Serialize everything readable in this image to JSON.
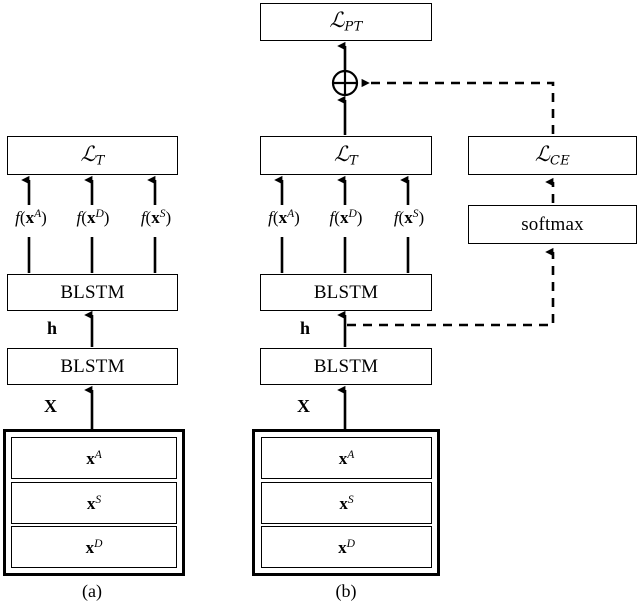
{
  "figure": {
    "caption_a": "(a)",
    "caption_b": "(b)",
    "type": "neural-network-architecture-diagram"
  },
  "panel_a": {
    "label": "(a)",
    "boxes": {
      "loss_t": "ℒT",
      "blstm_top": "BLSTM",
      "blstm_bottom": "BLSTM",
      "input_a": "xA",
      "input_s": "xS",
      "input_d": "xD"
    },
    "branch_labels": {
      "f_a": "f(xA)",
      "f_d": "f(xD)",
      "f_s": "f(xS)"
    },
    "edge_labels": {
      "h": "h",
      "x": "X"
    }
  },
  "panel_b": {
    "label": "(b)",
    "boxes": {
      "loss_pt": "ℒPT",
      "loss_t": "ℒT",
      "loss_ce": "ℒCE",
      "softmax": "softmax",
      "blstm_top": "BLSTM",
      "blstm_bottom": "BLSTM",
      "input_a": "xA",
      "input_s": "xS",
      "input_d": "xD"
    },
    "branch_labels": {
      "f_a": "f(xA)",
      "f_d": "f(xD)",
      "f_s": "f(xS)"
    },
    "edge_labels": {
      "h": "h",
      "x": "X"
    },
    "operator": {
      "name": "plus-circle-operator",
      "symbol": "⊕"
    }
  },
  "colors": {
    "stroke": "#000000",
    "background": "#ffffff"
  }
}
